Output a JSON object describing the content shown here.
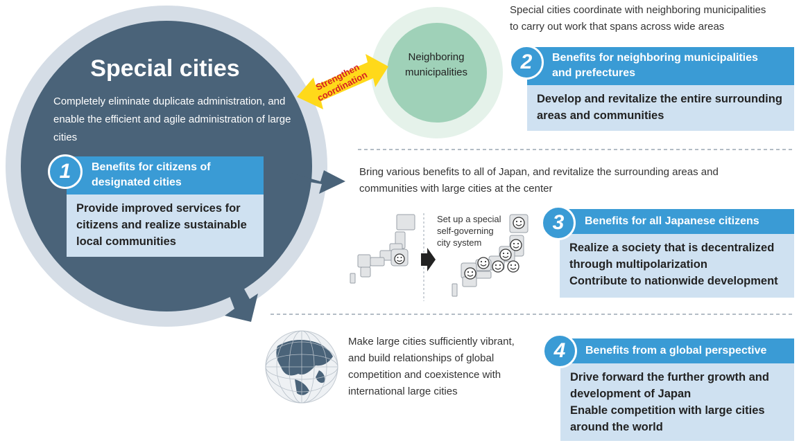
{
  "special_cities": {
    "title": "Special cities",
    "description": "Completely eliminate duplicate administration, and enable the efficient and agile administration of large cities"
  },
  "neighboring": {
    "label_line1": "Neighboring",
    "label_line2": "municipalities"
  },
  "coordination_arrow": {
    "line1": "Strengthen",
    "line2": "coordination"
  },
  "notes": {
    "neighbor_coordination": [
      "Special cities coordinate with neighboring municipalities",
      "to carry out work that spans across wide areas"
    ],
    "japan_benefits": [
      "Bring various benefits to all of Japan, and revitalize the surrounding areas and",
      "communities with large cities at the center"
    ],
    "global": [
      "Make large cities sufficiently vibrant,",
      "and build relationships of global",
      "competition and coexistence with",
      "international large cities"
    ]
  },
  "map_caption": [
    "Set up a special",
    "self-governing",
    "city system"
  ],
  "benefits": [
    {
      "number": "1",
      "heading": [
        "Benefits for citizens of",
        "designated cities"
      ],
      "body": [
        "Provide improved services for",
        "citizens and realize sustainable",
        "local communities"
      ]
    },
    {
      "number": "2",
      "heading": [
        "Benefits for neighboring municipalities",
        "and prefectures"
      ],
      "body": [
        "Develop and revitalize the entire surrounding",
        "areas and communities"
      ]
    },
    {
      "number": "3",
      "heading": [
        "Benefits for all Japanese citizens"
      ],
      "body": [
        "Realize a society that is decentralized",
        "through multipolarization",
        "Contribute to nationwide development"
      ]
    },
    {
      "number": "4",
      "heading": [
        "Benefits from a global perspective"
      ],
      "body": [
        "Drive forward the further growth and",
        "development of Japan",
        "Enable competition with large cities",
        "around the world"
      ]
    }
  ],
  "colors": {
    "main_circle": "#4a6379",
    "ring": "#d5dde6",
    "accent_blue": "#3a9bd5",
    "box_fill": "#cfe1f1",
    "neighbor_circle": "#9fd1b8",
    "neighbor_ring": "#e5f2ea",
    "arrow_yellow": "#ffd91a"
  }
}
